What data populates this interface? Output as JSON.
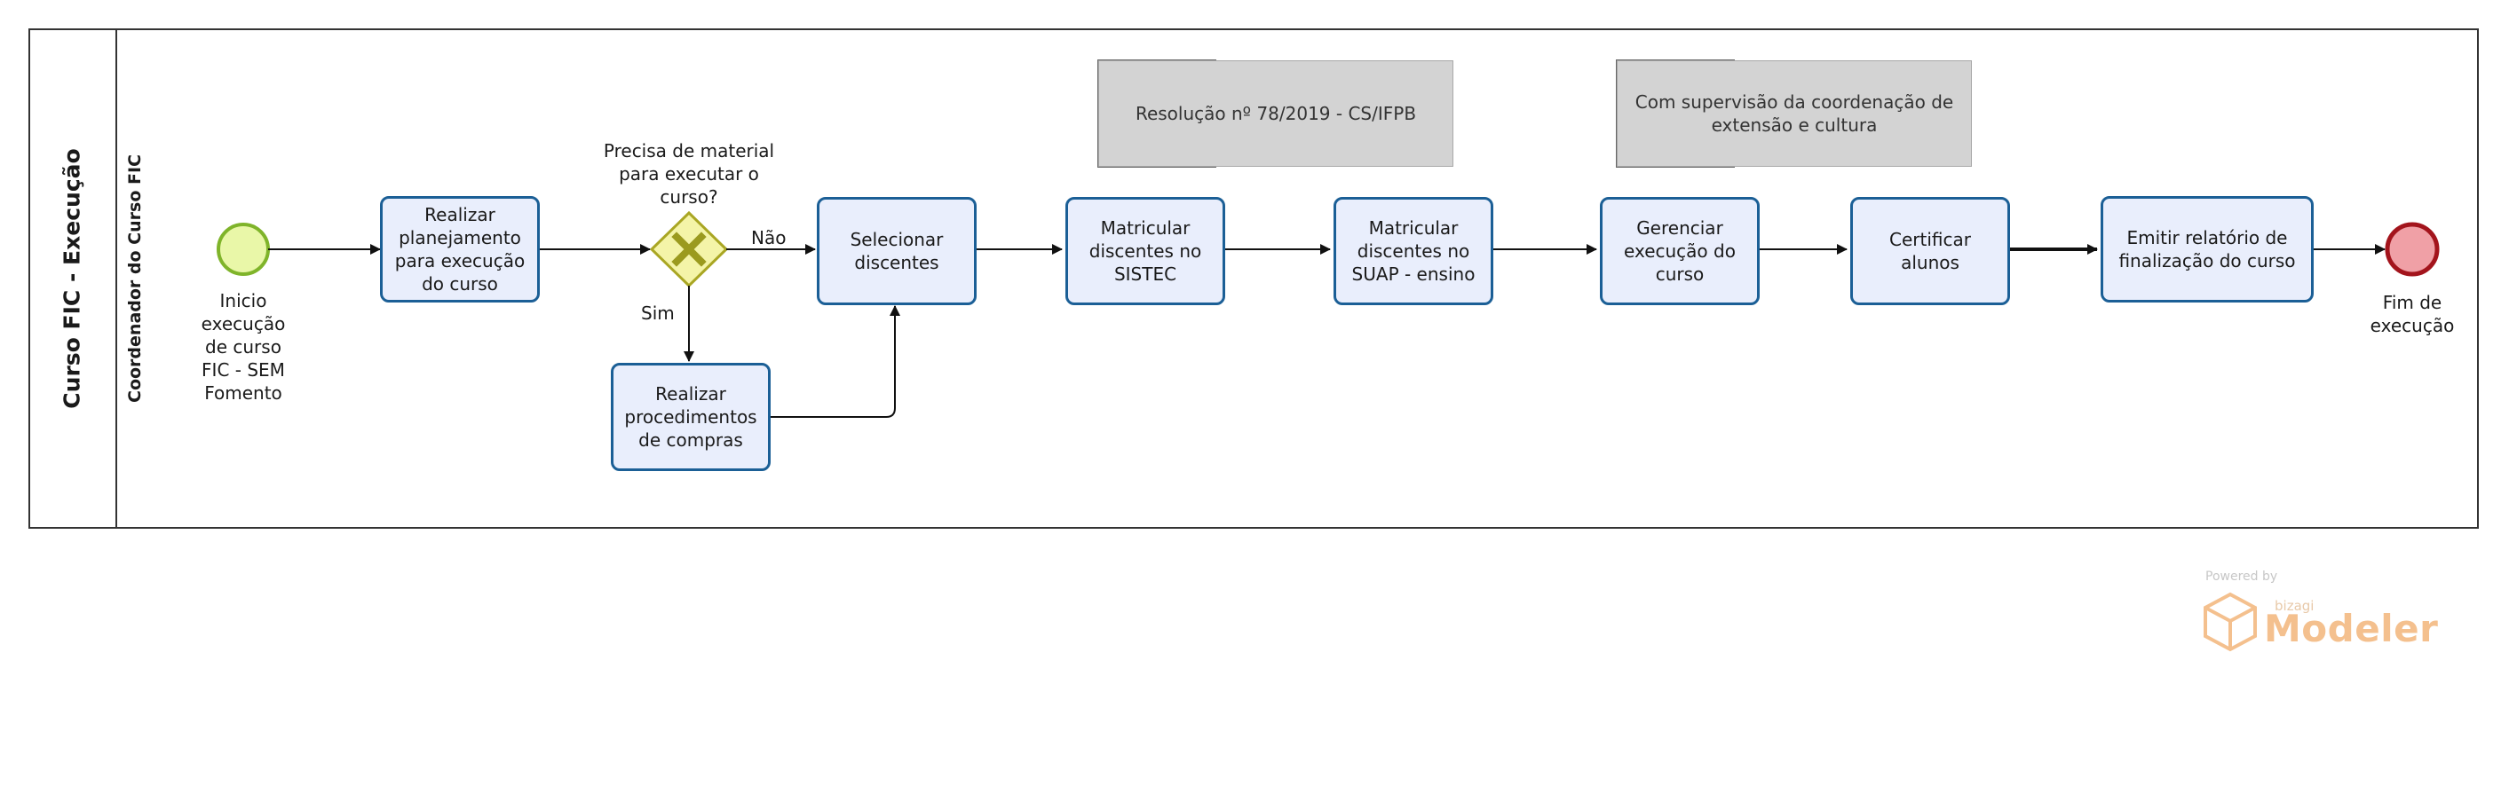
{
  "pool": {
    "title": "Curso FIC - Execução"
  },
  "lane": {
    "title": "Coordenador do Curso FIC"
  },
  "start_event": {
    "label": "Inicio\nexecução\nde curso\nFIC - SEM\nFomento",
    "color": "#e9f7a8",
    "stroke": "#7fb42a"
  },
  "end_event": {
    "label": "Fim de\nexecução",
    "color": "#f0a0a6",
    "stroke": "#a3141c"
  },
  "gateway": {
    "question": "Precisa de material\npara executar o\ncurso?",
    "yes_label": "Sim",
    "no_label": "Não",
    "color": "#f4f4a8",
    "stroke": "#a9a623",
    "mark_color": "#9b9a1e"
  },
  "tasks": [
    {
      "id": "planejamento",
      "label": "Realizar\nplanejamento\npara execução\ndo curso"
    },
    {
      "id": "compras",
      "label": "Realizar\nprocedimentos\nde compras"
    },
    {
      "id": "selecionar",
      "label": "Selecionar\ndiscentes"
    },
    {
      "id": "sistec",
      "label": "Matricular\ndiscentes no\nSISTEC"
    },
    {
      "id": "suap",
      "label": "Matricular\ndiscentes no\nSUAP - ensino"
    },
    {
      "id": "gerenciar",
      "label": "Gerenciar\nexecução do\ncurso"
    },
    {
      "id": "certificar",
      "label": "Certificar alunos"
    },
    {
      "id": "relatorio",
      "label": "Emitir relatório de\nfinalização do curso"
    }
  ],
  "annotations": [
    {
      "id": "resolucao",
      "text": "Resolução nº 78/2019 - CS/IFPB"
    },
    {
      "id": "supervisao",
      "text": "Com supervisão da coordenação de\nextensão e cultura"
    }
  ],
  "branding": {
    "powered_by": "Powered by",
    "brand": "bizagi",
    "product": "Modeler",
    "color": "#f4c08e"
  }
}
